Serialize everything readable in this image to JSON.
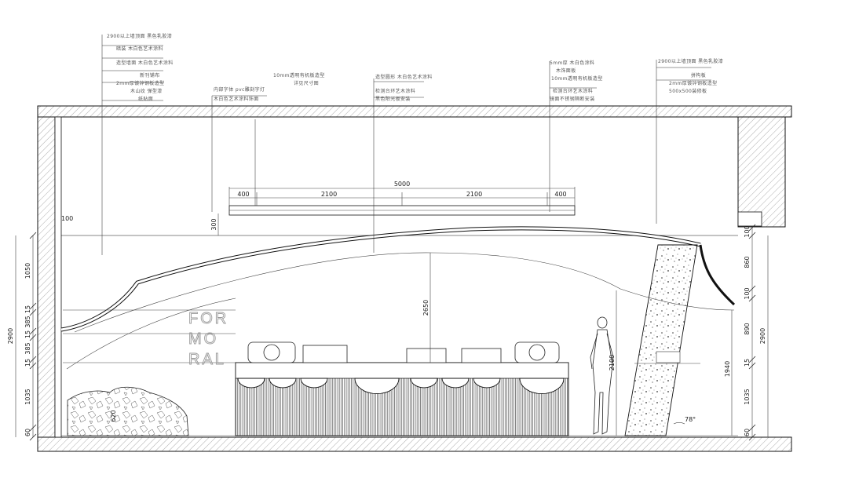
{
  "drawing": {
    "colors": {
      "line": "#111111",
      "hatch": "#777777",
      "text": "#1a1a1a",
      "note": "#555555",
      "background": "#ffffff"
    },
    "brand_text": [
      "FOR",
      "MO",
      "RAL"
    ],
    "dimensions": {
      "top_chain": [
        "400",
        "2100",
        "2100",
        "400"
      ],
      "top_total": "5000",
      "left_chain": [
        "1050",
        "15",
        "385",
        "15",
        "385",
        "15",
        "1035",
        "60"
      ],
      "left_total": "2900",
      "right_chain": [
        "100",
        "860",
        "100",
        "890",
        "15",
        "1035",
        "60"
      ],
      "right_total": "2900",
      "wall_thickness": "100",
      "drop_300": "300",
      "counter_height": "2650",
      "mirror_height": "2100",
      "wall_height": "1940",
      "plinth_height": "620",
      "angle": "78°"
    },
    "notes": {
      "left_callout": [
        "2900以上墙顶面 黑色乳胶漆",
        "暗装 木白色艺术涂料",
        "造型墙面 木白色艺术涂料",
        "新刊铺布",
        "2mm厚镀锌钢板造型",
        "木山纹 弹型漆",
        "纸贴面"
      ],
      "center_left_callout": [
        "内部字体 pvc雕刻字灯",
        "木白色艺术涂料饰面"
      ],
      "center_callout": [
        "10mm透明有机板造型",
        "详见尺寸图"
      ],
      "center_right_callout": [
        "造型圆形 木白色艺术涂料",
        "检测台环艺木涂料",
        "黑色阳光板安装"
      ],
      "right_callout": [
        "5mm厚 木白色涂料",
        "木饰面板",
        "10mm透明有机板造型",
        "检测台环艺木涂料",
        "镜面不锈钢隔断安装"
      ],
      "far_right_callout": [
        "2900以上墙顶面 黑色乳胶漆",
        "拼构板",
        "2mm厚镀锌钢板造型",
        "500x500装修板"
      ]
    }
  }
}
